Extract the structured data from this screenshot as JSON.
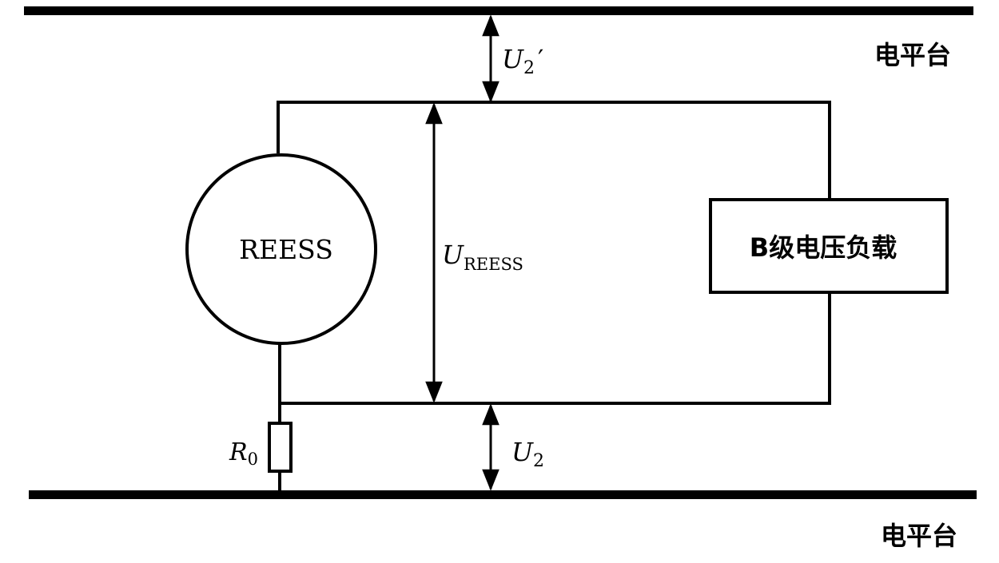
{
  "labels": {
    "platform_top": "电平台",
    "platform_bottom": "电平台",
    "reess": "REESS",
    "load": "B级电压负载",
    "u2_prime": {
      "symbol": "U",
      "sub": "2",
      "prime": "′"
    },
    "u2": {
      "symbol": "U",
      "sub": "2"
    },
    "u_reess": {
      "symbol": "U",
      "sub": "REESS"
    },
    "r0": {
      "symbol": "R",
      "sub": "0"
    }
  },
  "colors": {
    "stroke": "#000000",
    "background": "#ffffff"
  }
}
